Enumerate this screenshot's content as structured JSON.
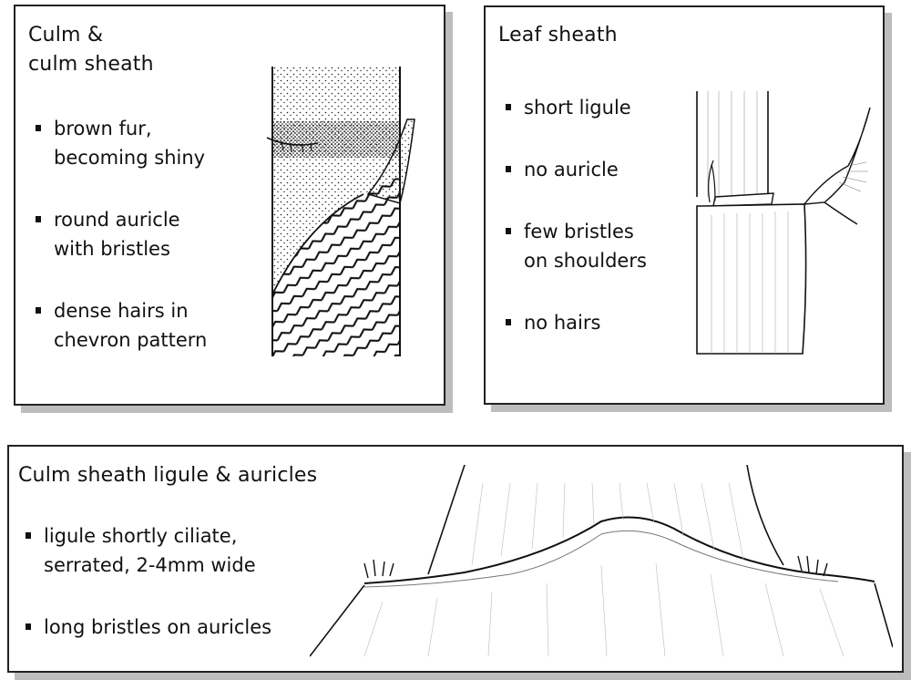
{
  "panels": {
    "culm": {
      "title_line1": "Culm &",
      "title_line2": "culm sheath",
      "bullets": [
        {
          "line1": "brown fur,",
          "line2": "becoming shiny"
        },
        {
          "line1": "round auricle",
          "line2": "with bristles"
        },
        {
          "line1": "dense hairs in",
          "line2": "chevron pattern"
        }
      ]
    },
    "leaf": {
      "title": "Leaf sheath",
      "bullets": [
        {
          "line1": "short ligule",
          "line2": ""
        },
        {
          "line1": "no auricle",
          "line2": ""
        },
        {
          "line1": "few bristles",
          "line2": "on shoulders"
        },
        {
          "line1": "no hairs",
          "line2": ""
        }
      ]
    },
    "ligule": {
      "title": "Culm sheath ligule & auricles",
      "bullets": [
        {
          "line1": "ligule shortly ciliate,",
          "line2": "serrated, 2-4mm wide"
        },
        {
          "line1": "long bristles on auricles",
          "line2": ""
        }
      ]
    }
  },
  "colors": {
    "border": "#222222",
    "shadow": "#bdbdbd",
    "ink": "#111111"
  }
}
